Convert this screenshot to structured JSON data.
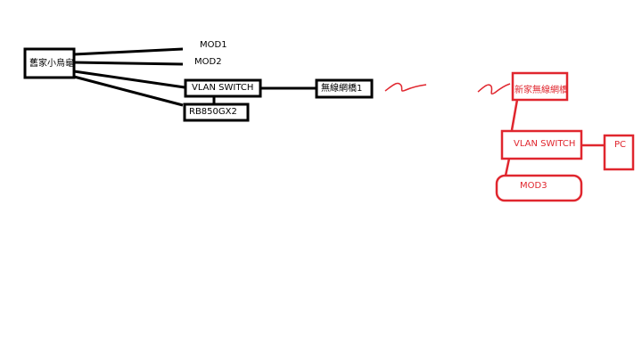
{
  "colors": {
    "black": "#000000",
    "red": "#e0262e",
    "background": "#ffffff"
  },
  "nodes": {
    "old_hub": "舊家小烏龜",
    "mod1": "MOD1",
    "mod2": "MOD2",
    "vlan_switch_old": "VLAN SWITCH",
    "rb850": "RB850GX2",
    "wireless_bridge_1": "無線網橋1",
    "new_wireless_bridge": "新家無線網橋",
    "vlan_switch_new": "VLAN SWITCH",
    "pc": "PC",
    "mod3": "MOD3"
  }
}
